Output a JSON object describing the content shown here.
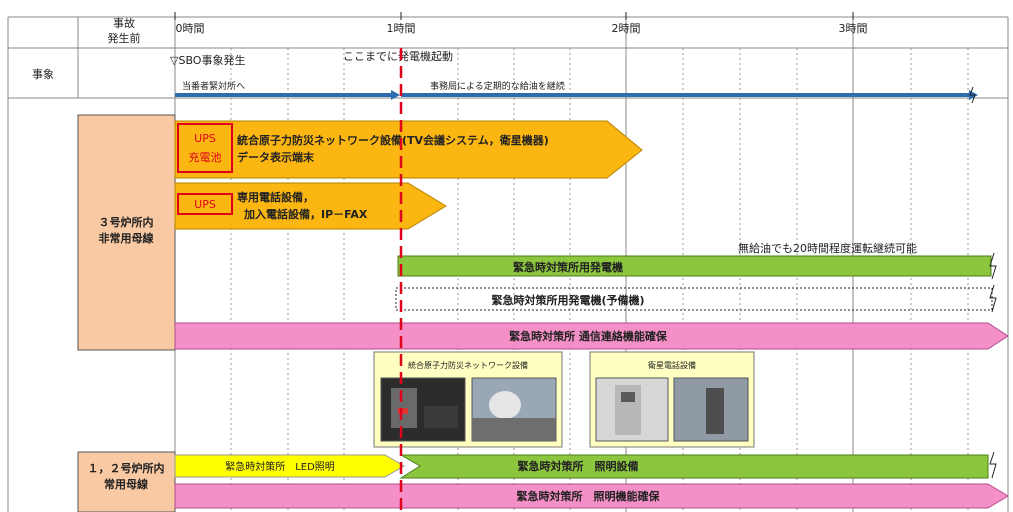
{
  "header": {
    "before_accident": "事故\n発生前",
    "hour_0": "0時間",
    "hour_1": "1時間",
    "hour_2": "2時間",
    "hour_3": "3時間"
  },
  "event_row": {
    "label": "事象",
    "sbo_event": "▽SBO事象発生",
    "generator_start": "ここまでに発電機起動",
    "staff_to_center": "当番者緊対所へ",
    "refueling": "事務局による定期的な給油を継続"
  },
  "unit3": {
    "label": "３号炉所内\n非常用母線",
    "ups_label": "UPS",
    "battery_label": "充電池",
    "network_equipment": "統合原子力防災ネットワーク設備(TV会議システム，衛星機器)",
    "data_terminal": "データ表示端末",
    "ups2_label": "UPS",
    "phone_line1": "専用電話設備，",
    "phone_line2": "加入電話設備，IP－FAX",
    "no_refuel_note": "無給油でも20時間程度運転継続可能",
    "generator": "緊急時対策所用発電機",
    "spare_generator": "緊急時対策所用発電機(予備機)",
    "comm_secured": "緊急時対策所 通信連絡機能確保",
    "photo1_caption": "統合原子力防災ネットワーク設備",
    "photo2_caption": "衛星電話設備"
  },
  "unit12": {
    "label": "１，２号炉所内\n常用母線",
    "led_lighting": "緊急時対策所　LED照明",
    "lighting_equipment": "緊急時対策所　照明設備",
    "lighting_secured": "緊急時対策所　照明機能確保"
  },
  "colors": {
    "orange_fill": "#fbb612",
    "green_fill": "#8cc63f",
    "pink_fill": "#f48fc7",
    "yellow_fill": "#ffff00",
    "label_fill": "#f8c9a3",
    "blue_arrow": "#2e6cb0",
    "red_dash": "#e0001b",
    "photo_bg": "#ffffc2"
  }
}
